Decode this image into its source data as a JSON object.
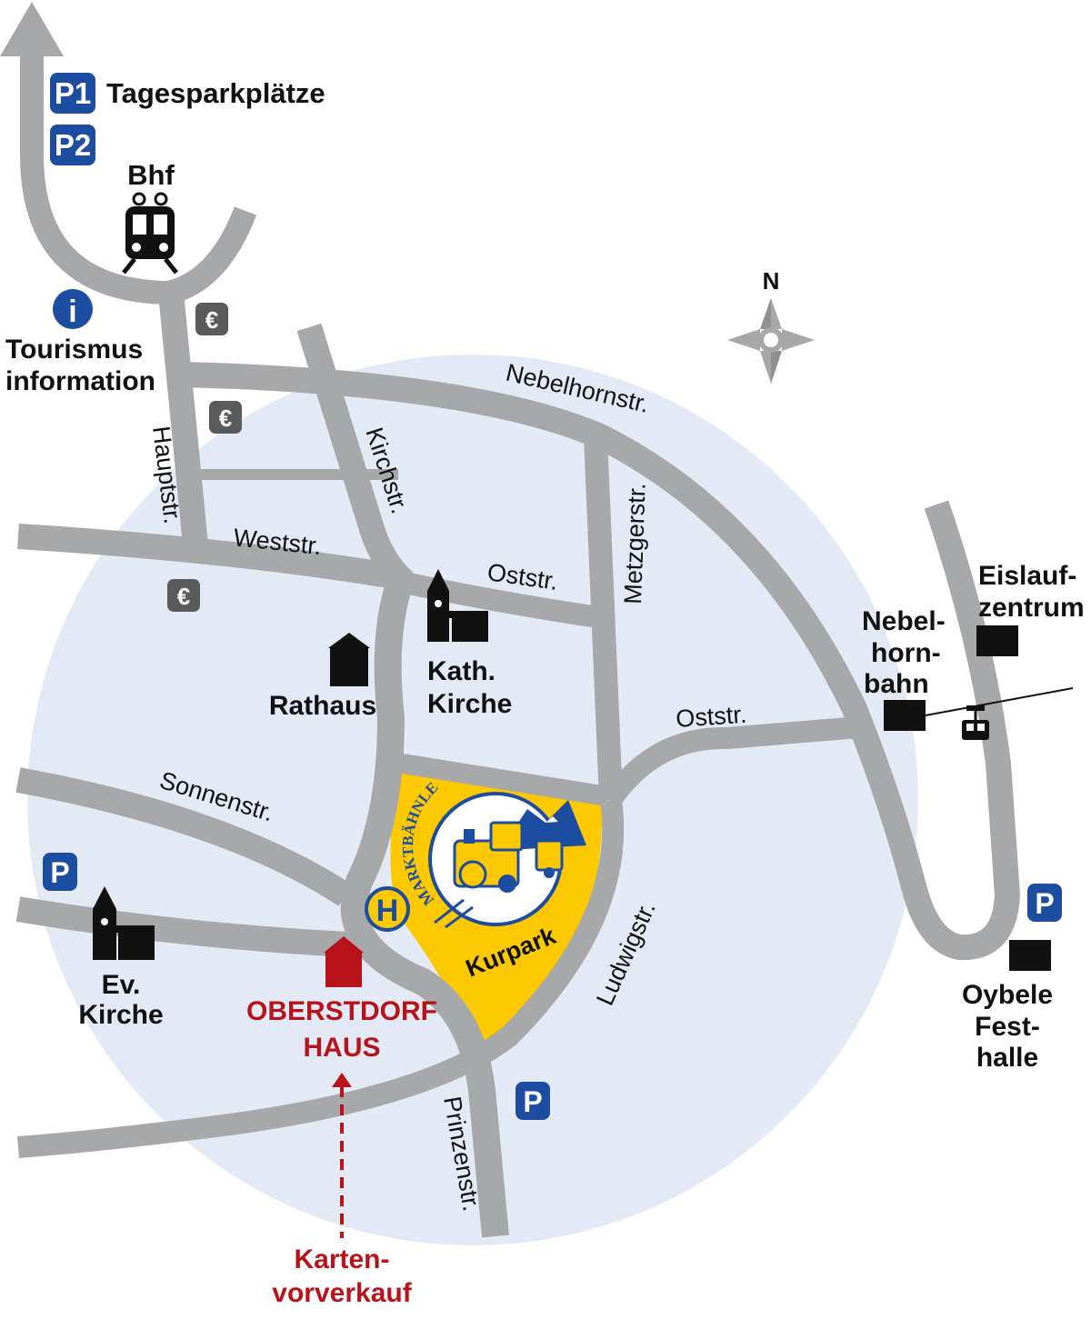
{
  "colors": {
    "road": "#a7a8aa",
    "circle": "#e3eaf5",
    "park": "#fcc800",
    "parking_blue": "#1c4da1",
    "oberstdorf_red": "#b8131a",
    "euro_gray": "#5a5b5d"
  },
  "compass": {
    "north": "N"
  },
  "parking": {
    "p1": "P1",
    "p2": "P2",
    "p": "P",
    "tagesparkplaetze": "Tagesparkplätze"
  },
  "icons": {
    "info": "i",
    "euro": "€",
    "bus_stop": "H"
  },
  "streets": {
    "hauptstr": "Hauptstr.",
    "weststr": "Weststr.",
    "kirchstr": "Kirchstr.",
    "nebelhornstr": "Nebelhornstr.",
    "metzgerstr": "Metzgerstr.",
    "oststr_upper": "Oststr.",
    "oststr_lower": "Oststr.",
    "sonnenstr": "Sonnenstr.",
    "ludwigstr": "Ludwigstr.",
    "prinzenstr": "Prinzenstr."
  },
  "places": {
    "bhf": "Bhf",
    "tourismus": [
      "Tourismus",
      "information"
    ],
    "rathaus": "Rathaus",
    "kath_kirche": [
      "Kath.",
      "Kirche"
    ],
    "ev_kirche": [
      "Ev.",
      "Kirche"
    ],
    "kurpark": "Kurpark",
    "oberstdorf_haus": [
      "OBERSTDORF",
      "HAUS"
    ],
    "kartenvorverkauf": [
      "Karten-",
      "vorverkauf"
    ],
    "nebelhornbahn": [
      "Nebel-",
      "horn-",
      "bahn"
    ],
    "eislaufzentrum": [
      "Eislauf-",
      "zentrum"
    ],
    "oybele": [
      "Oybele",
      "Fest-",
      "halle"
    ]
  },
  "logo": {
    "text": "MARKTBÄHNLE"
  }
}
